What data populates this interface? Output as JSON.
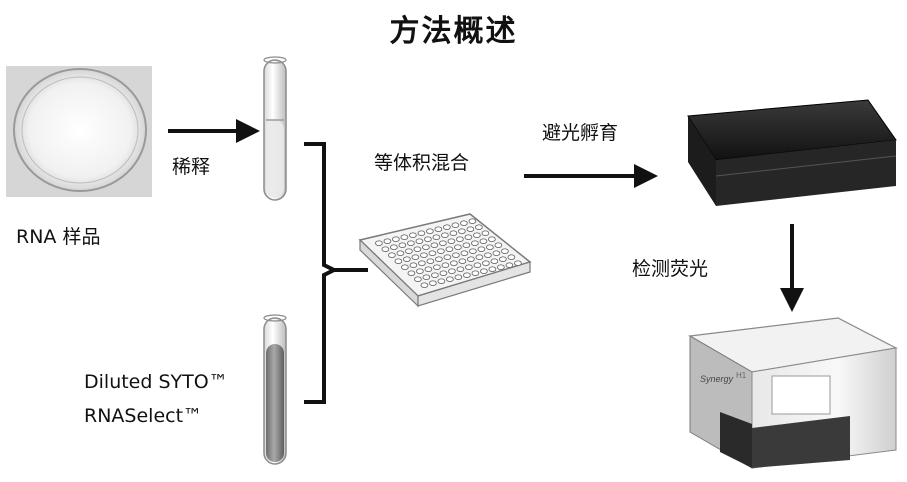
{
  "title": "方法概述",
  "labels": {
    "sample": "RNA  样品",
    "dilute": "稀释",
    "reagent_line1": "Diluted  SYTO™",
    "reagent_line2": "RNASelect™",
    "mix": "等体积混合",
    "incubate": "避光孵育",
    "detect": "检测荧光"
  },
  "instrument": {
    "brand": "Synergy",
    "model": "H1"
  }
}
